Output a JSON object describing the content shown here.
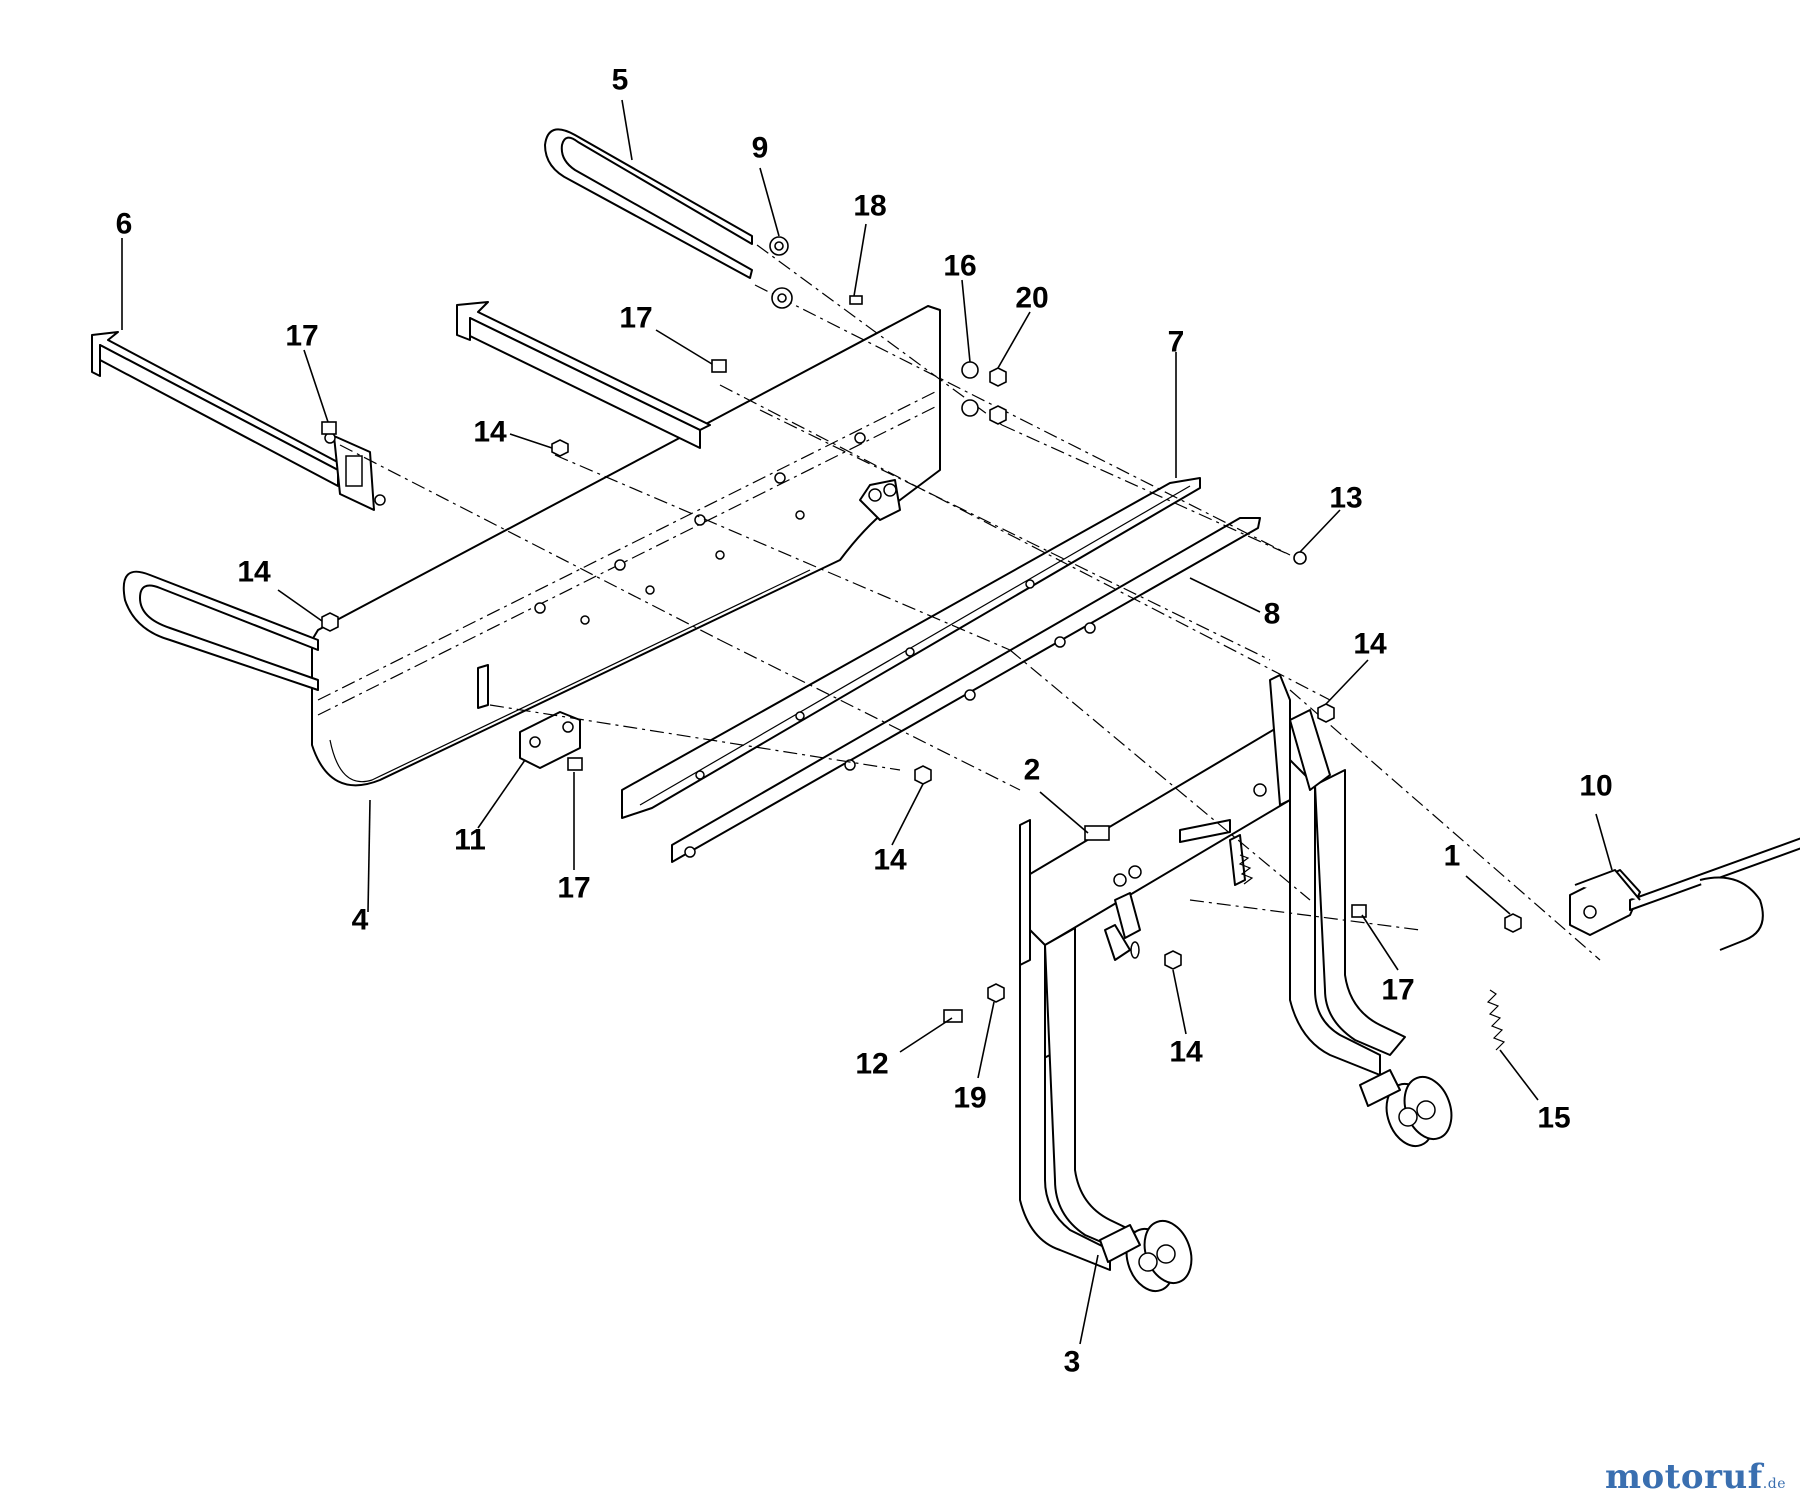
{
  "diagram": {
    "callouts": [
      {
        "id": "c1",
        "text": "1"
      },
      {
        "id": "c2",
        "text": "2"
      },
      {
        "id": "c3",
        "text": "3"
      },
      {
        "id": "c4",
        "text": "4"
      },
      {
        "id": "c5",
        "text": "5"
      },
      {
        "id": "c6",
        "text": "6"
      },
      {
        "id": "c7",
        "text": "7"
      },
      {
        "id": "c8",
        "text": "8"
      },
      {
        "id": "c9",
        "text": "9"
      },
      {
        "id": "c10",
        "text": "10"
      },
      {
        "id": "c11",
        "text": "11"
      },
      {
        "id": "c12",
        "text": "12"
      },
      {
        "id": "c13",
        "text": "13"
      },
      {
        "id": "c14a",
        "text": "14"
      },
      {
        "id": "c14b",
        "text": "14"
      },
      {
        "id": "c14c",
        "text": "14"
      },
      {
        "id": "c14d",
        "text": "14"
      },
      {
        "id": "c14e",
        "text": "14"
      },
      {
        "id": "c15",
        "text": "15"
      },
      {
        "id": "c16",
        "text": "16"
      },
      {
        "id": "c17a",
        "text": "17"
      },
      {
        "id": "c17b",
        "text": "17"
      },
      {
        "id": "c17c",
        "text": "17"
      },
      {
        "id": "c17d",
        "text": "17"
      },
      {
        "id": "c18",
        "text": "18"
      },
      {
        "id": "c19",
        "text": "19"
      },
      {
        "id": "c20",
        "text": "20"
      }
    ]
  },
  "watermark": {
    "brand_main": "motoruf",
    "brand_tld": ".de",
    "colors": {
      "main": "#3a6fb0",
      "accent": "#d9a21f"
    }
  }
}
